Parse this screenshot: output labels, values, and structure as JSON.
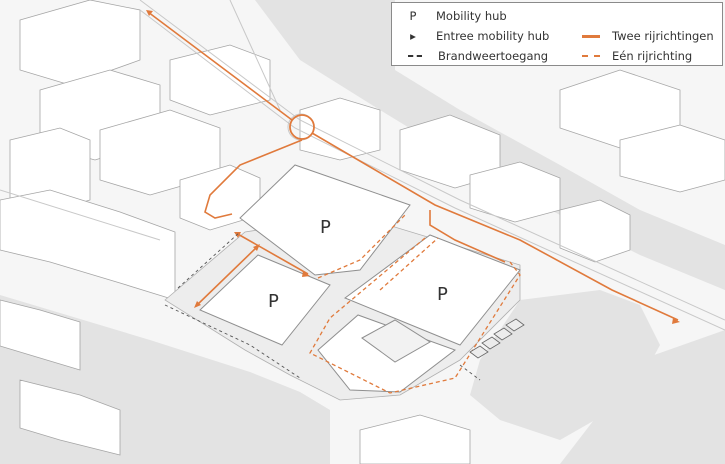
{
  "map": {
    "colors": {
      "water": "#e4e4e4",
      "land": "#f7f7f7",
      "building": "#ffffff",
      "building_edge": "#9a9a9a",
      "orange": "#e07a3c"
    },
    "parking_labels": [
      "P",
      "P",
      "P"
    ]
  },
  "legend": {
    "items": [
      {
        "symbol": "P",
        "label": "Mobility hub"
      },
      {
        "symbol": "▸",
        "label": "Entree mobility hub"
      },
      {
        "symbol": "dashed-black-line",
        "label": "Brandweertoegang"
      },
      {
        "symbol": "solid-orange-line",
        "label": "Twee rijrichtingen"
      },
      {
        "symbol": "dashed-orange-line",
        "label": "Eén rijrichting"
      }
    ]
  }
}
